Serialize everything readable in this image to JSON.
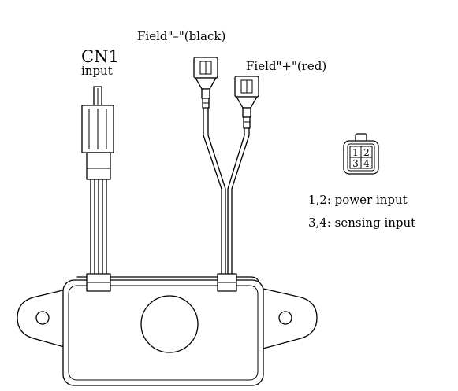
{
  "labels": {
    "cn1": "CN1",
    "cn1_sub": "input",
    "field_minus": "Field\"–\"(black)",
    "field_plus": "Field\"+\"(red)",
    "legend_line1": "1,2: power  input",
    "legend_line2": "3,4: sensing  input"
  },
  "connector_pins": [
    "1",
    "2",
    "3",
    "4"
  ],
  "colors": {
    "line": "#000000",
    "background": "#ffffff"
  }
}
